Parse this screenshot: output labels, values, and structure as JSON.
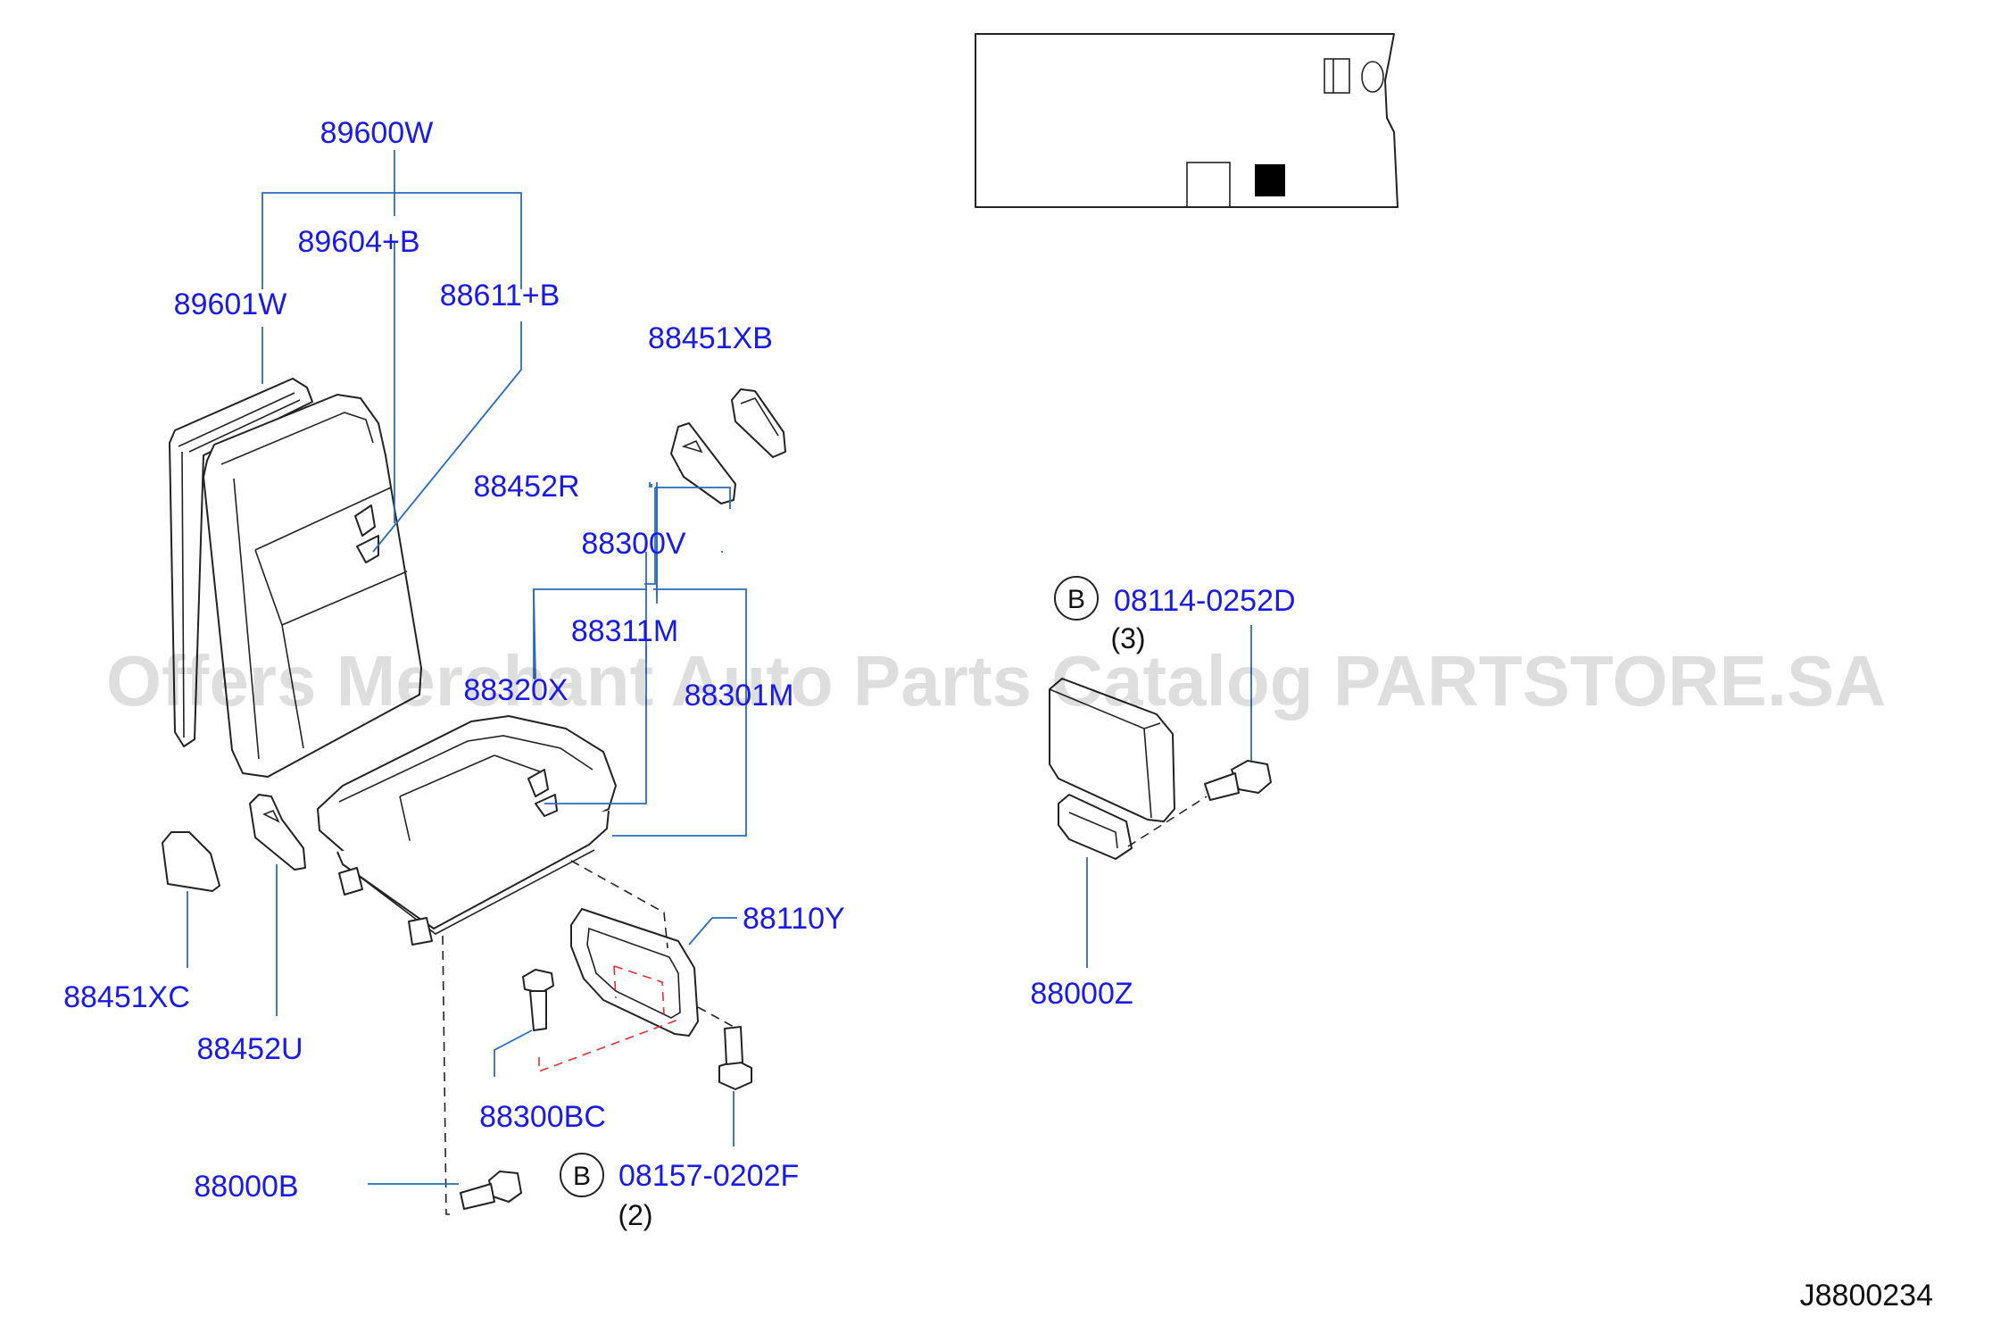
{
  "diagram_code": "J8800234",
  "watermark": "Offers Merchant Auto Parts Catalog PARTSTORE.SA",
  "parts": {
    "p89600W": "89600W",
    "p89604B": "89604+B",
    "p89601W": "89601W",
    "p88611B": "88611+B",
    "p88451XB": "88451XB",
    "p88452R": "88452R",
    "p88300V": "88300V",
    "p88311M": "88311M",
    "p88320X": "88320X",
    "p88301M": "88301M",
    "p88110Y": "88110Y",
    "p88451XC": "88451XC",
    "p88452U": "88452U",
    "p88300BC": "88300BC",
    "p88000B": "88000B",
    "p08157": "08157-0202F",
    "p08114": "08114-0252D",
    "p88000Z": "88000Z"
  },
  "bolt_markers": {
    "lower": {
      "letter": "B",
      "qty": "(2)"
    },
    "right": {
      "letter": "B",
      "qty": "(3)"
    }
  },
  "colors": {
    "label": "#1a1ae6",
    "leader": "#2a6bbf",
    "outline": "#222222",
    "hidden_line": "#e23030"
  }
}
